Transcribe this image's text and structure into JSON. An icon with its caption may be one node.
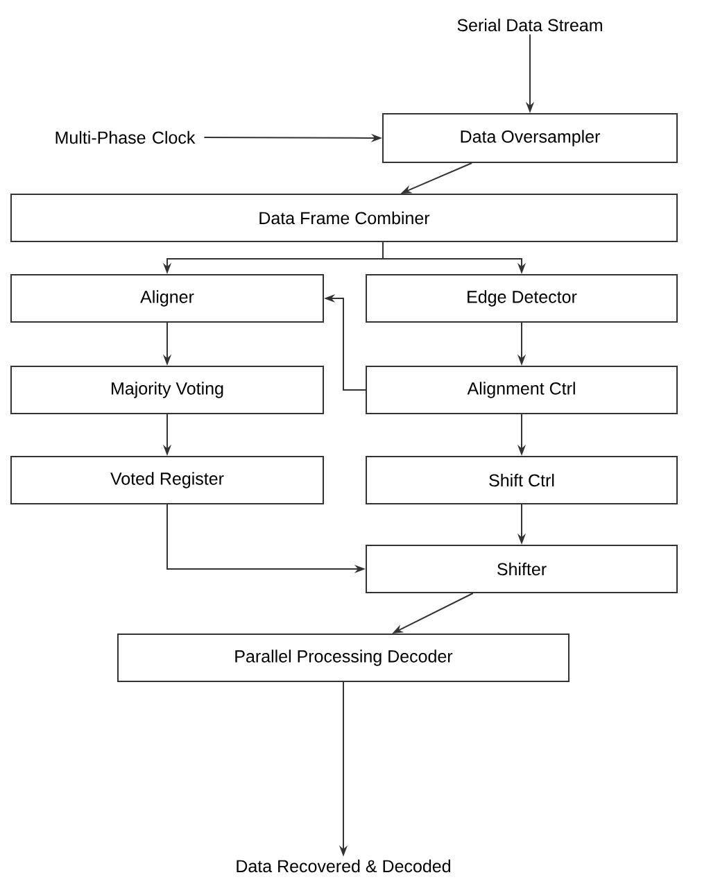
{
  "diagram": {
    "nodes": [
      {
        "text": [
          "Serial Data Stream"
        ]
      },
      {
        "text": [
          "Multi-Phase Clock"
        ]
      },
      {
        "text": [
          "Data Oversampler"
        ]
      },
      {
        "text": [
          "Data Frame Combiner"
        ]
      },
      {
        "text": [
          "Aligner"
        ]
      },
      {
        "text": [
          "Edge Detector"
        ]
      },
      {
        "text": [
          "Majority Voting"
        ]
      },
      {
        "text": [
          "Alignment Ctrl"
        ]
      },
      {
        "text": [
          "Voted Register"
        ]
      },
      {
        "text": [
          "Shift Ctrl"
        ]
      },
      {
        "text": [
          "Shifter"
        ]
      },
      {
        "text": [
          "Parallel Processing Decoder"
        ]
      },
      {
        "text": [
          "Data Recovered & Decoded"
        ]
      }
    ],
    "edges": [
      {
        "from": 0,
        "to": 2,
        "arrow": "to"
      },
      {
        "from": 1,
        "to": 2,
        "arrow": "to"
      },
      {
        "from": 2,
        "to": 3,
        "arrow": "to"
      },
      {
        "from": 3,
        "to": 4,
        "arrow": "to"
      },
      {
        "from": 3,
        "to": 5,
        "arrow": "to"
      },
      {
        "from": 4,
        "to": 6,
        "arrow": "to"
      },
      {
        "from": 6,
        "to": 8,
        "arrow": "to"
      },
      {
        "from": 5,
        "to": 7,
        "arrow": "to"
      },
      {
        "from": 7,
        "to": 4,
        "arrow": "to"
      },
      {
        "from": 7,
        "to": 9,
        "arrow": "to"
      },
      {
        "from": 9,
        "to": 10,
        "arrow": "to"
      },
      {
        "from": 8,
        "to": 10,
        "arrow": "to"
      },
      {
        "from": 10,
        "to": 11,
        "arrow": "to"
      },
      {
        "from": 11,
        "to": 12,
        "arrow": "to"
      }
    ]
  }
}
